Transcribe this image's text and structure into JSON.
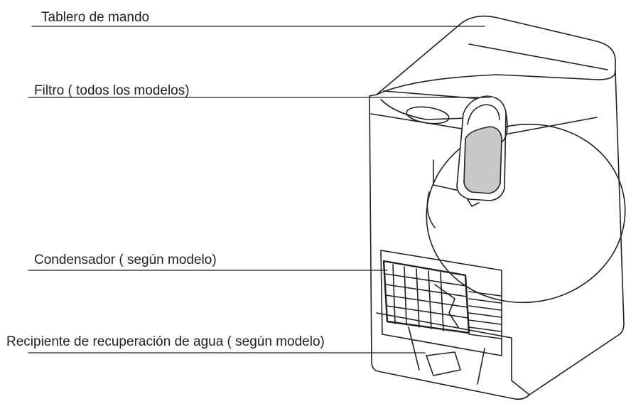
{
  "labels": {
    "control_panel": "Tablero de mando",
    "filter": "Filtro ( todos los modelos)",
    "condenser": "Condensador ( según modelo)",
    "water_container": "Recipiente de recuperación de agua ( según modelo)"
  },
  "colors": {
    "line": "#231f20",
    "filter_fill": "#c8c8c8",
    "background": "#ffffff"
  }
}
